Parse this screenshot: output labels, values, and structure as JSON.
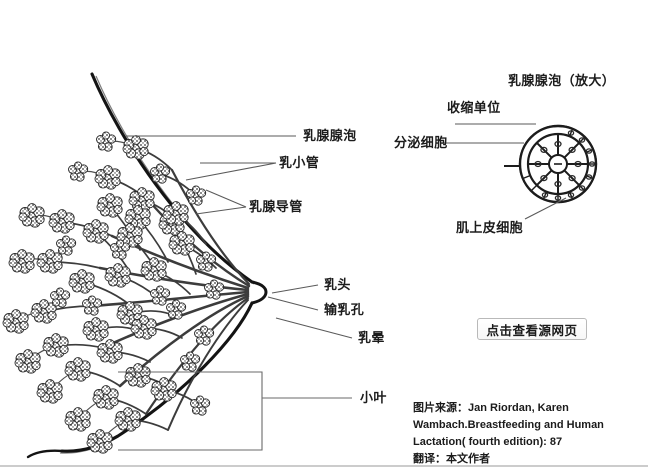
{
  "diagram": {
    "title_right": "乳腺腺泡（放大）",
    "labels": {
      "alveoli": "乳腺腺泡",
      "ductules": "乳小管",
      "ducts": "乳腺导管",
      "nipple": "乳头",
      "milk_pores": "输乳孔",
      "areola": "乳晕",
      "lobule": "小叶",
      "contractile_unit": "收缩单位",
      "secretory_cells": "分泌细胞",
      "myoepithelial_cells": "肌上皮细胞"
    }
  },
  "button": {
    "source_page": "点击查看源网页"
  },
  "citation": {
    "line1": "图片来源：Jan Riordan, Karen",
    "line2": "Wambach.Breastfeeding and Human",
    "line3": "Lactation( fourth edition): 87",
    "line4": "翻译：本文作者"
  },
  "colors": {
    "background": "#ffffff",
    "ink": "#1a1a1a",
    "leader": "#4a4a4a",
    "tissue": "#3a3a3a"
  }
}
